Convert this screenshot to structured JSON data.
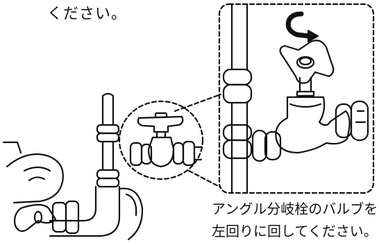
{
  "top_text": "ください。",
  "caption": {
    "line1": "アングル分岐栓のバルブを",
    "line2": "左回りに回してください。"
  },
  "icons": [
    "counterclockwise-arrow-icon",
    "valve-handle-icon"
  ],
  "colors": {
    "line": "#111111",
    "background": "#ffffff"
  }
}
